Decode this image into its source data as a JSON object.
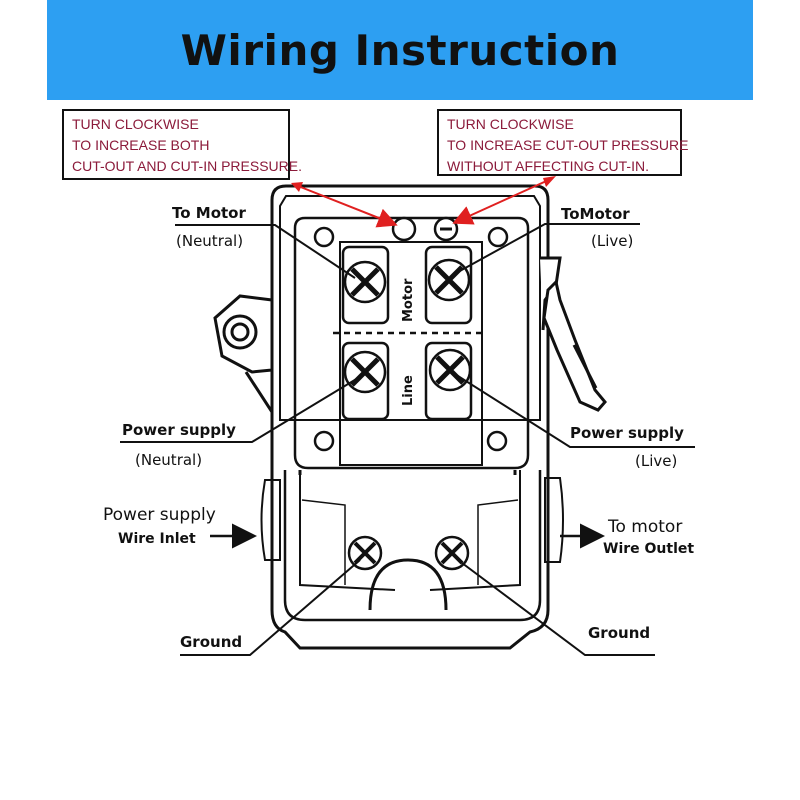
{
  "header": {
    "title": "Wiring Instruction",
    "background": "#2d9ff2"
  },
  "notes": {
    "left": [
      "TURN CLOCKWISE",
      "TO INCREASE BOTH",
      "CUT-OUT AND CUT-IN PRESSURE."
    ],
    "right": [
      "TURN CLOCKWISE",
      "TO INCREASE CUT-OUT PRESSURE",
      "WITHOUT AFFECTING CUT-IN."
    ],
    "text_color": "#8b1a3a",
    "arrow_color": "#e02020"
  },
  "labels": {
    "to_motor_left": "To Motor",
    "to_motor_left_sub": "(Neutral)",
    "to_motor_right": "ToMotor",
    "to_motor_right_sub": "(Live)",
    "power_left": "Power supply",
    "power_left_sub": "(Neutral)",
    "power_right": "Power supply",
    "power_right_sub": "(Live)",
    "inlet_line1": "Power supply",
    "inlet_line2": "Wire Inlet",
    "outlet_line1": "To motor",
    "outlet_line2": "Wire Outlet",
    "ground_left": "Ground",
    "ground_right": "Ground",
    "motor_text": "Motor",
    "line_text": "Line"
  }
}
